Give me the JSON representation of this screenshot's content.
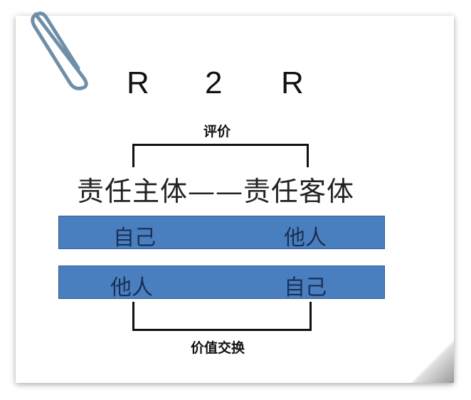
{
  "title": {
    "left": "R",
    "middle": "2",
    "right": "R"
  },
  "top_label": "评价",
  "main_text": "责任主体——责任客体",
  "rows": [
    {
      "left": "自己",
      "right": "他人"
    },
    {
      "left": "他人",
      "right": "自己"
    }
  ],
  "bottom_label": "价值交换",
  "colors": {
    "bar": "#4a7fbf"
  }
}
